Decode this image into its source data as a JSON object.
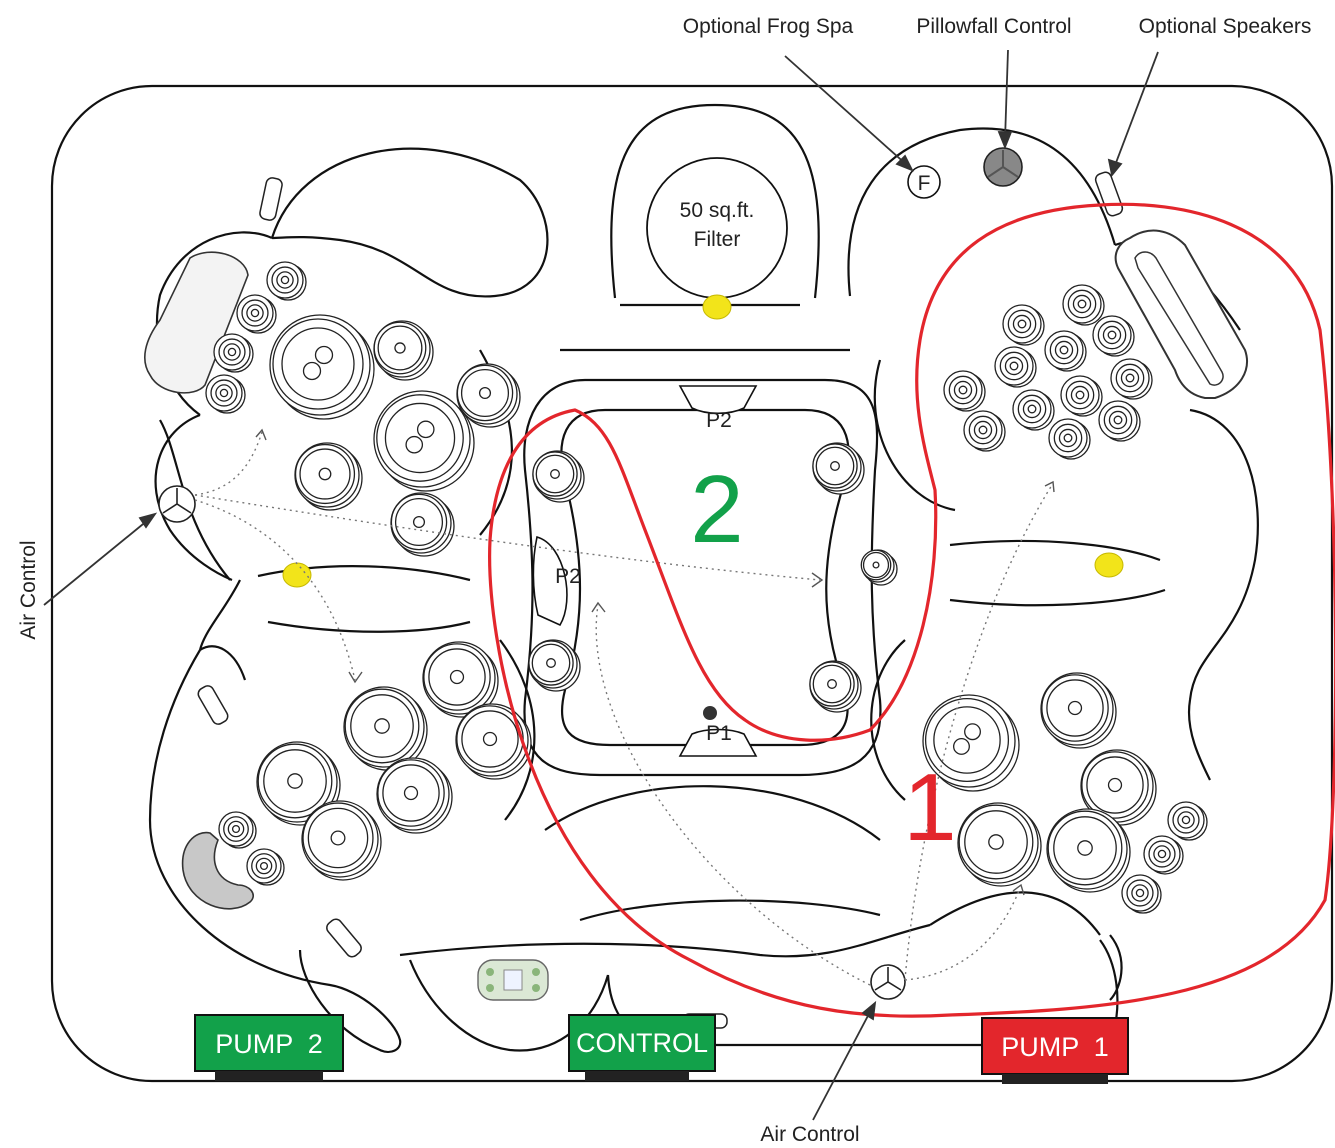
{
  "callouts": {
    "frog_spa": "Optional Frog Spa",
    "pillowfall": "Pillowfall Control",
    "speakers": "Optional Speakers",
    "air_control_left": "Air Control",
    "air_control_bottom": "Air Control"
  },
  "filter": {
    "line1": "50 sq.ft.",
    "line2": "Filter"
  },
  "frog_badge": "F",
  "zones": {
    "zone1": "1",
    "zone2": "2"
  },
  "pump_ports": {
    "p2_top": "P2",
    "p2_left": "P2",
    "p1_bottom": "P1"
  },
  "equipment": {
    "pump2": "PUMP  2",
    "control": "CONTROL",
    "pump1": "PUMP  1"
  },
  "colors": {
    "zone1": "#e3262c",
    "zone2": "#12a14a",
    "light": "#f2e41a",
    "pump2_box": "#12a14a",
    "control_box": "#12a14a",
    "pump1_box": "#e3262c"
  }
}
